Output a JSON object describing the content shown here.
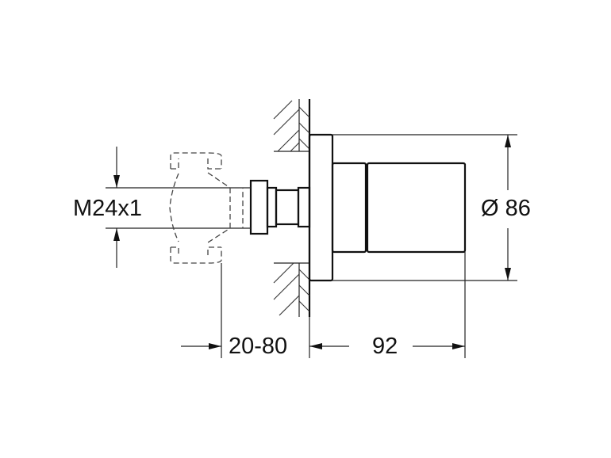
{
  "dimensions": {
    "thread": "M24x1",
    "diameter": "Ø 86",
    "wall_depth": "20-80",
    "projection": "92"
  }
}
